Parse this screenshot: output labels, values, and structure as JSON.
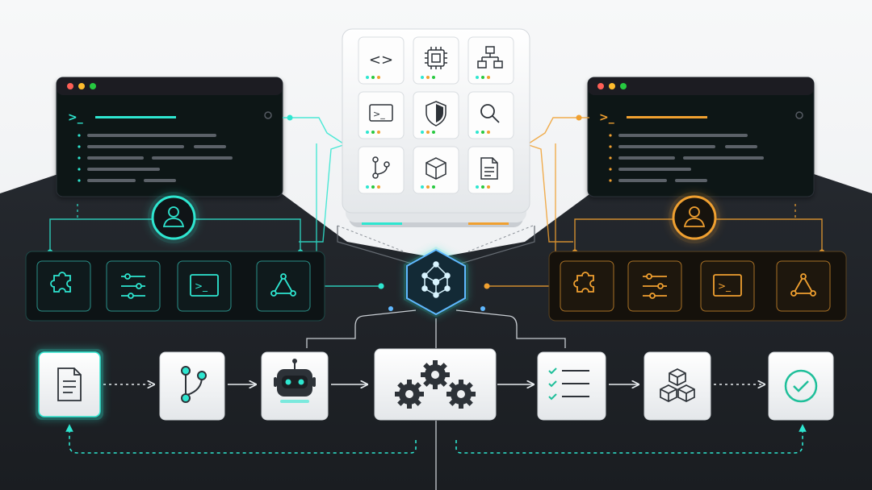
{
  "palette": {
    "teal": "#2ee6d0",
    "amber": "#f0a030",
    "dark": "#1e2228",
    "panel": "#111418",
    "card": "#eef0f2",
    "icon": "#2d3238",
    "dot_red": "#ff5f56",
    "dot_yellow": "#ffbd2e",
    "dot_green": "#27c93f"
  },
  "terminals": [
    {
      "side": "left",
      "prompt": ">_",
      "accent": "teal"
    },
    {
      "side": "right",
      "prompt": ">_",
      "accent": "amber"
    }
  ],
  "tool_grid": [
    {
      "icon": "code-icon",
      "glyph": "<>"
    },
    {
      "icon": "chip-icon",
      "glyph": ""
    },
    {
      "icon": "hierarchy-icon",
      "glyph": ""
    },
    {
      "icon": "terminal-icon",
      "glyph": ">_"
    },
    {
      "icon": "shield-icon",
      "glyph": ""
    },
    {
      "icon": "search-icon",
      "glyph": ""
    },
    {
      "icon": "branch-icon",
      "glyph": ""
    },
    {
      "icon": "cube-icon",
      "glyph": ""
    },
    {
      "icon": "document-icon",
      "glyph": ""
    }
  ],
  "toolbars": [
    {
      "side": "left",
      "accent": "teal",
      "items": [
        "puzzle-icon",
        "sliders-icon",
        "terminal-icon",
        "triangle-nodes-icon"
      ]
    },
    {
      "side": "right",
      "accent": "amber",
      "items": [
        "puzzle-icon",
        "sliders-icon",
        "terminal-icon",
        "triangle-nodes-icon"
      ]
    }
  ],
  "hub": {
    "icon": "network-hub-icon"
  },
  "pipeline": [
    {
      "icon": "document-icon",
      "glow": "teal"
    },
    {
      "icon": "branch-icon"
    },
    {
      "icon": "robot-icon"
    },
    {
      "icon": "gears-icon"
    },
    {
      "icon": "checklist-icon"
    },
    {
      "icon": "cubes-icon"
    },
    {
      "icon": "check-circle-icon"
    }
  ]
}
